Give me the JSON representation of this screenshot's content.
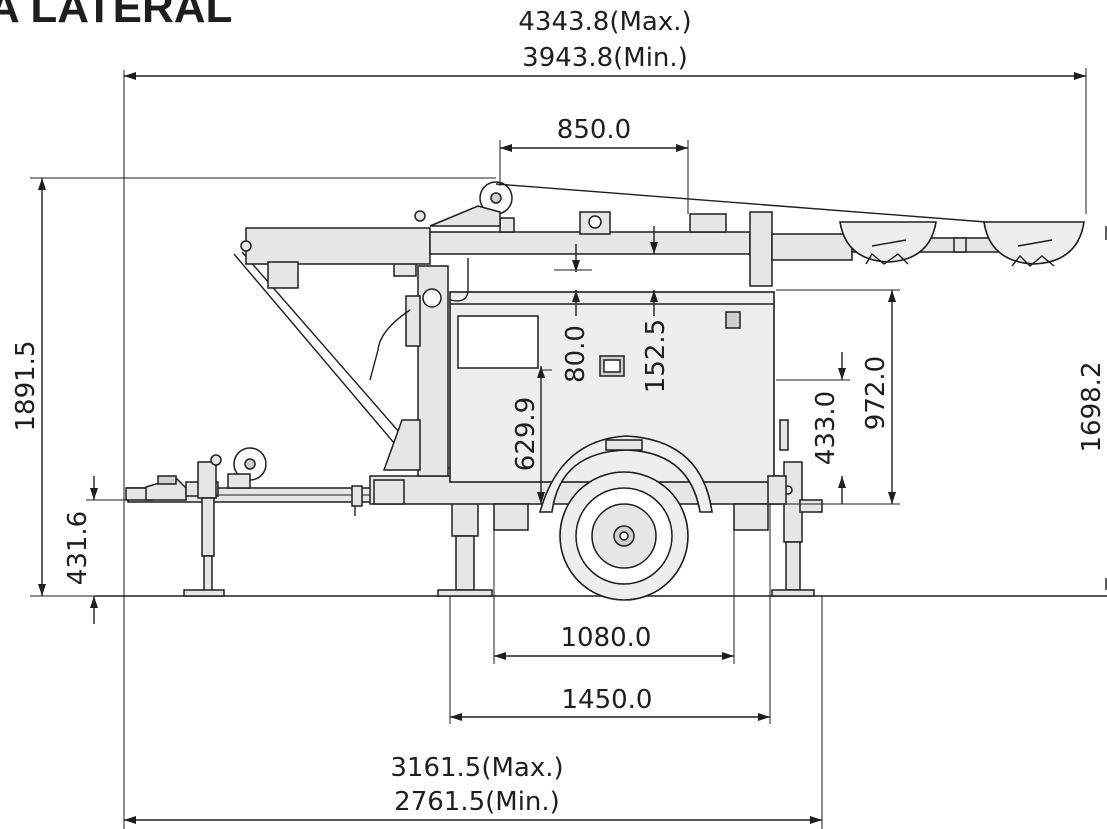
{
  "header": {
    "title": "A LATERAL"
  },
  "dimensions": {
    "overall_length_max": "4343.8(Max.)",
    "overall_length_min": "3943.8(Min.)",
    "mast_base_width": "850.0",
    "total_height": "1891.5",
    "right_height": "1698.2",
    "body_height": "972.0",
    "lower_body_height": "433.0",
    "side_height": "629.9",
    "gap_80": "80.0",
    "gap_152": "152.5",
    "hitch_height": "431.6",
    "track_inner": "1080.0",
    "track_outer": "1450.0",
    "base_length_max": "3161.5(Max.)",
    "base_length_min": "2761.5(Min.)"
  },
  "colors": {
    "line": "#1e1e1e",
    "body": "#eeeeee",
    "paper": "#ffffff"
  }
}
